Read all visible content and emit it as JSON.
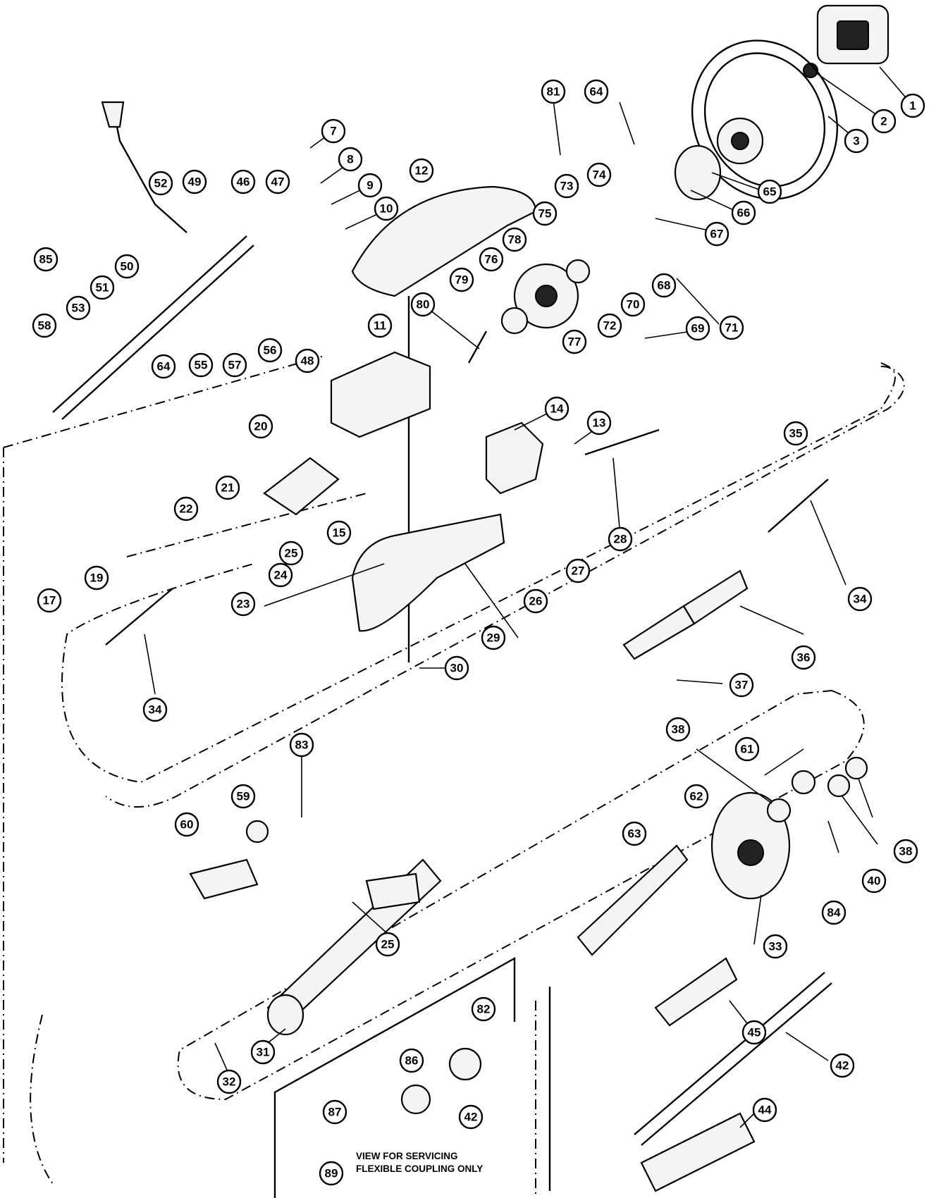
{
  "callouts": [
    {
      "id": "c1",
      "label": "1"
    },
    {
      "id": "c2",
      "label": "2"
    },
    {
      "id": "c3",
      "label": "3"
    },
    {
      "id": "c81",
      "label": "81"
    },
    {
      "id": "c64a",
      "label": "64"
    },
    {
      "id": "c7",
      "label": "7"
    },
    {
      "id": "c8",
      "label": "8"
    },
    {
      "id": "c9",
      "label": "9"
    },
    {
      "id": "c10",
      "label": "10"
    },
    {
      "id": "c12",
      "label": "12"
    },
    {
      "id": "c52",
      "label": "52"
    },
    {
      "id": "c49",
      "label": "49"
    },
    {
      "id": "c46",
      "label": "46"
    },
    {
      "id": "c47",
      "label": "47"
    },
    {
      "id": "c73",
      "label": "73"
    },
    {
      "id": "c74",
      "label": "74"
    },
    {
      "id": "c65",
      "label": "65"
    },
    {
      "id": "c66",
      "label": "66"
    },
    {
      "id": "c67",
      "label": "67"
    },
    {
      "id": "c75",
      "label": "75"
    },
    {
      "id": "c78",
      "label": "78"
    },
    {
      "id": "c76",
      "label": "76"
    },
    {
      "id": "c85",
      "label": "85"
    },
    {
      "id": "c50",
      "label": "50"
    },
    {
      "id": "c51",
      "label": "51"
    },
    {
      "id": "c53",
      "label": "53"
    },
    {
      "id": "c79",
      "label": "79"
    },
    {
      "id": "c70",
      "label": "70"
    },
    {
      "id": "c68",
      "label": "68"
    },
    {
      "id": "c71",
      "label": "71"
    },
    {
      "id": "c72",
      "label": "72"
    },
    {
      "id": "c80",
      "label": "80"
    },
    {
      "id": "c58",
      "label": "58"
    },
    {
      "id": "c69",
      "label": "69"
    },
    {
      "id": "c11",
      "label": "11"
    },
    {
      "id": "c77",
      "label": "77"
    },
    {
      "id": "c64b",
      "label": "64"
    },
    {
      "id": "c55",
      "label": "55"
    },
    {
      "id": "c57",
      "label": "57"
    },
    {
      "id": "c56",
      "label": "56"
    },
    {
      "id": "c48",
      "label": "48"
    },
    {
      "id": "c20",
      "label": "20"
    },
    {
      "id": "c14",
      "label": "14"
    },
    {
      "id": "c13",
      "label": "13"
    },
    {
      "id": "c35",
      "label": "35"
    },
    {
      "id": "c21",
      "label": "21"
    },
    {
      "id": "c22",
      "label": "22"
    },
    {
      "id": "c15",
      "label": "15"
    },
    {
      "id": "c25a",
      "label": "25"
    },
    {
      "id": "c28",
      "label": "28"
    },
    {
      "id": "c17",
      "label": "17"
    },
    {
      "id": "c19",
      "label": "19"
    },
    {
      "id": "c24",
      "label": "24"
    },
    {
      "id": "c23",
      "label": "23"
    },
    {
      "id": "c27",
      "label": "27"
    },
    {
      "id": "c26",
      "label": "26"
    },
    {
      "id": "c34a",
      "label": "34"
    },
    {
      "id": "c29",
      "label": "29"
    },
    {
      "id": "c30",
      "label": "30"
    },
    {
      "id": "c36",
      "label": "36"
    },
    {
      "id": "c34b",
      "label": "34"
    },
    {
      "id": "c37",
      "label": "37"
    },
    {
      "id": "c38a",
      "label": "38"
    },
    {
      "id": "c83",
      "label": "83"
    },
    {
      "id": "c61",
      "label": "61"
    },
    {
      "id": "c59",
      "label": "59"
    },
    {
      "id": "c60",
      "label": "60"
    },
    {
      "id": "c62",
      "label": "62"
    },
    {
      "id": "c63",
      "label": "63"
    },
    {
      "id": "c38b",
      "label": "38"
    },
    {
      "id": "c40",
      "label": "40"
    },
    {
      "id": "c84",
      "label": "84"
    },
    {
      "id": "c33",
      "label": "33"
    },
    {
      "id": "c25b",
      "label": "25"
    },
    {
      "id": "c82",
      "label": "82"
    },
    {
      "id": "c45",
      "label": "45"
    },
    {
      "id": "c31",
      "label": "31"
    },
    {
      "id": "c32",
      "label": "32"
    },
    {
      "id": "c86",
      "label": "86"
    },
    {
      "id": "c42a",
      "label": "42"
    },
    {
      "id": "c42b",
      "label": "42"
    },
    {
      "id": "c87",
      "label": "87"
    },
    {
      "id": "c44",
      "label": "44"
    },
    {
      "id": "c89",
      "label": "89"
    }
  ],
  "note": {
    "line1": "VIEW FOR SERVICING",
    "line2": "FLEXIBLE COUPLING ONLY"
  }
}
